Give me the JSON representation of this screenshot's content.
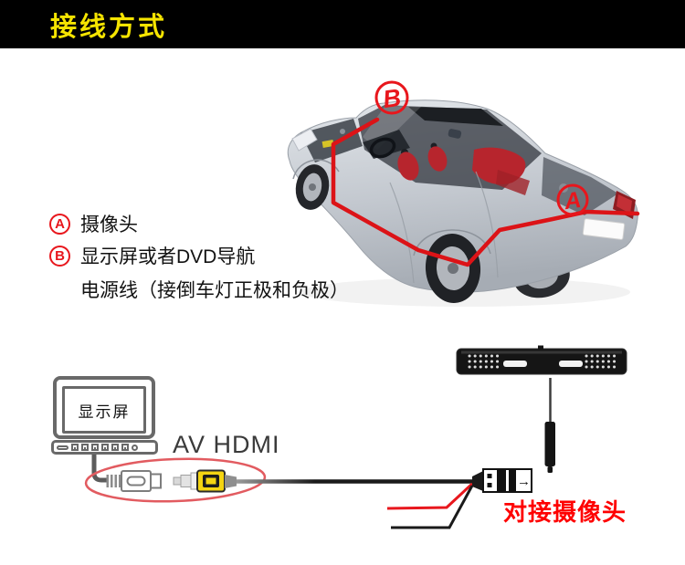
{
  "banner": {
    "title": "接线方式"
  },
  "car_figure": {
    "label_a": "A",
    "label_b": "B"
  },
  "legend": {
    "items": [
      {
        "marker": "A",
        "text": "摄像头"
      },
      {
        "marker": "B",
        "text": "显示屏或者DVD导航"
      }
    ],
    "note": "电源线（接倒车灯正极和负极）"
  },
  "diagram": {
    "monitor_label": "显示屏",
    "cable_label": "AV HDMI",
    "camera_note": "对接摄像头"
  },
  "icons": {
    "connector_arrow": "→"
  },
  "colors": {
    "banner_bg": "#000000",
    "banner_text": "#f5e400",
    "accent_red": "#e8161c",
    "note_red": "#fe0000",
    "plug_yellow": "#f4d412"
  }
}
